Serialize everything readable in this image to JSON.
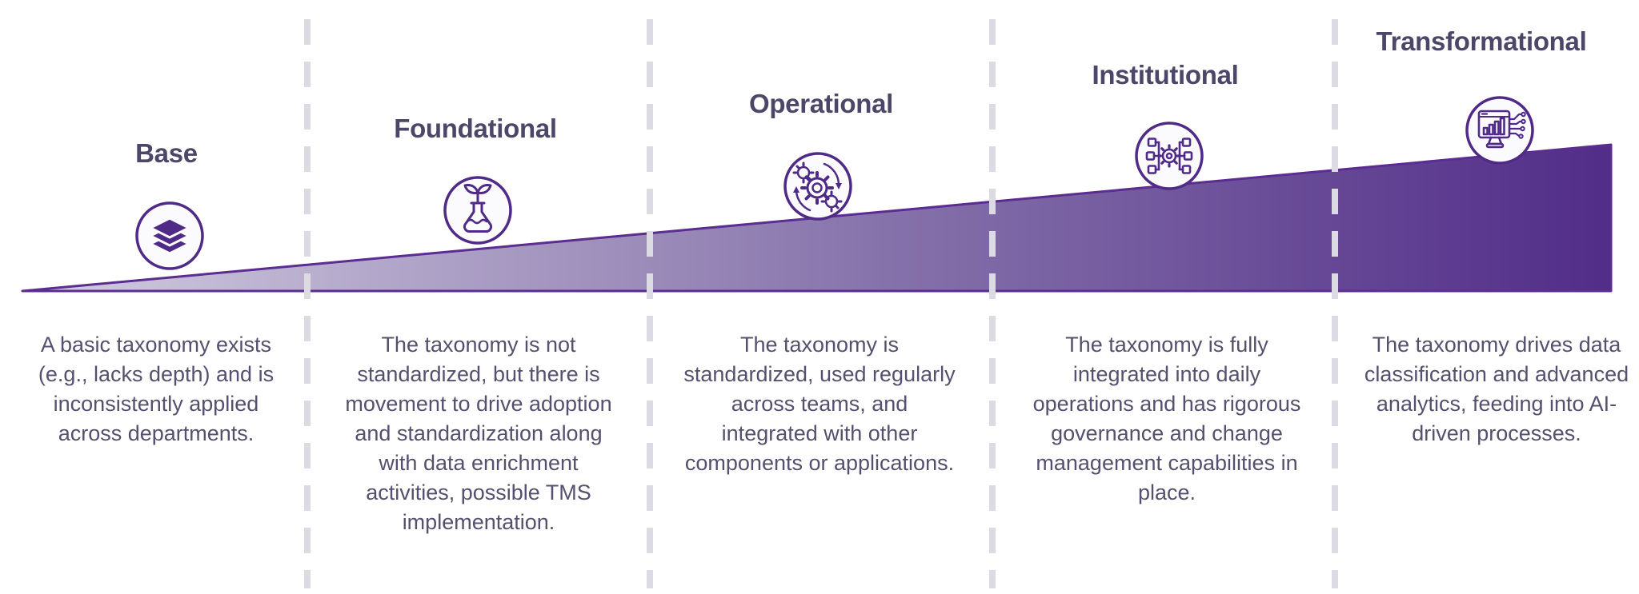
{
  "diagram": {
    "type": "maturity-model",
    "stage_count": 5,
    "colors": {
      "background": "#ffffff",
      "heading_text": "#4c4769",
      "body_text": "#55506e",
      "wedge_gradient_start": "#d3cde0",
      "wedge_gradient_mid": "#8571aa",
      "wedge_gradient_end": "#512d88",
      "wedge_outline": "#5c2d90",
      "separator_dash": "#dcdbe3",
      "icon_stroke": "#4f2b87",
      "icon_circle_fill": "#fbfafc"
    }
  },
  "stages": [
    {
      "label": "Base",
      "icon": "layers-icon",
      "description": "A basic taxonomy exists (e.g., lacks depth) and is inconsistently applied across departments."
    },
    {
      "label": "Foundational",
      "icon": "flask-sprout-icon",
      "description": "The taxonomy is not standardized, but there is movement to drive adoption and standardization along with data enrichment activities, possible TMS implementation."
    },
    {
      "label": "Operational",
      "icon": "gears-cycle-icon",
      "description": "The taxonomy is standardized, used regularly across teams, and integrated with other components or applications."
    },
    {
      "label": "Institutional",
      "icon": "integration-gear-icon",
      "description": "The taxonomy is fully integrated into daily operations and has rigorous governance and change management capabilities in place."
    },
    {
      "label": "Transformational",
      "icon": "ai-analytics-icon",
      "description": "The taxonomy drives data classification and advanced analytics, feeding into AI-driven processes."
    }
  ]
}
